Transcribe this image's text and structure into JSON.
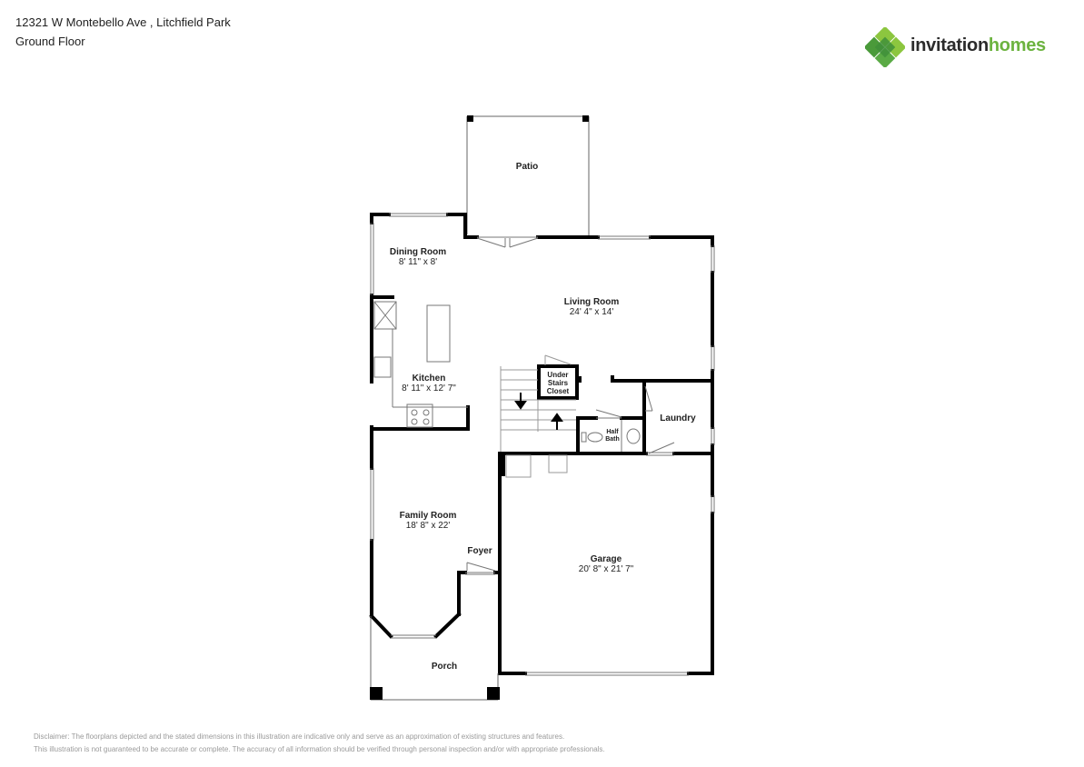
{
  "header": {
    "address": "12321 W Montebello Ave , Litchfield Park",
    "floor": "Ground Floor"
  },
  "logo": {
    "brand_part1": "invitation",
    "brand_part2": "homes",
    "brand_color_dark": "#2b2b2b",
    "brand_color_green": "#6cb33f"
  },
  "rooms": {
    "patio": {
      "name": "Patio"
    },
    "dining": {
      "name": "Dining Room",
      "dims": "8' 11\" x 8'"
    },
    "living": {
      "name": "Living Room",
      "dims": "24' 4\" x 14'"
    },
    "kitchen": {
      "name": "Kitchen",
      "dims": "8' 11\" x 12' 7\""
    },
    "closet": {
      "name": "Under Stairs Closet",
      "line1": "Under",
      "line2": "Stairs",
      "line3": "Closet"
    },
    "laundry": {
      "name": "Laundry"
    },
    "halfbath": {
      "name": "Half Bath",
      "line1": "Half",
      "line2": "Bath"
    },
    "family": {
      "name": "Family Room",
      "dims": "18' 8\" x 22'"
    },
    "foyer": {
      "name": "Foyer"
    },
    "garage": {
      "name": "Garage",
      "dims": "20' 8\" x 21' 7\""
    },
    "porch": {
      "name": "Porch"
    }
  },
  "disclaimer": {
    "line1": "Disclaimer: The floorplans depicted and the stated dimensions in this illustration are indicative only and serve as an approximation of existing structures and features.",
    "line2": "This illustration is not guaranteed to be accurate or complete. The accuracy of all information should be verified through personal inspection and/or with appropriate professionals."
  }
}
